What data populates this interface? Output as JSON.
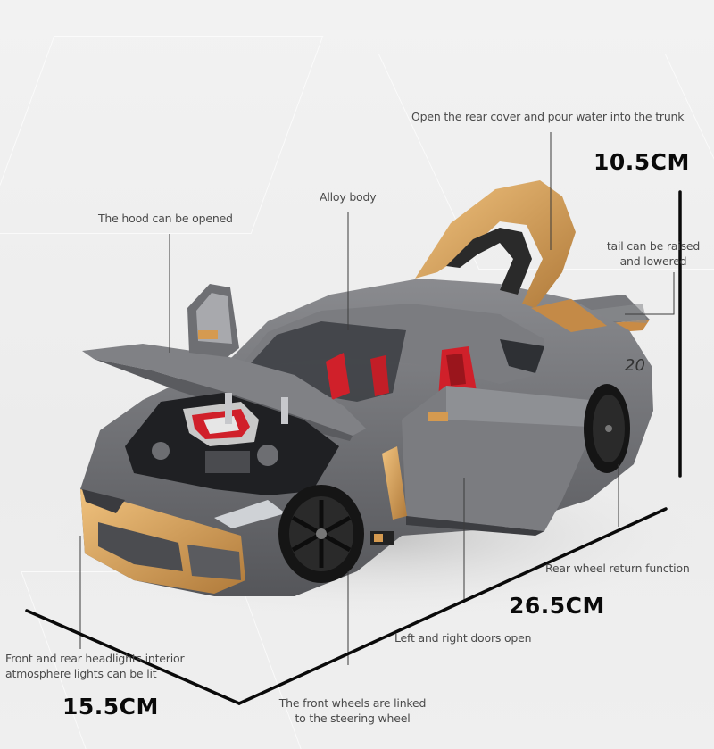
{
  "image": {
    "subject": "1:24 alloy sports car model, grey with gold accents, doors, hood and trunk open",
    "colors": {
      "background": "#efefef",
      "body_grey": "#6e6f72",
      "gold_accent": "#d59a50",
      "interior_red": "#d0202a",
      "wheel_black": "#1a1a1a",
      "text": "#4a4a4a",
      "dimension_text": "#0a0a0a"
    }
  },
  "annotations": {
    "rear_cover": "Open the rear cover and pour water into the trunk",
    "alloy_body": "Alloy body",
    "hood": "The hood can be opened",
    "tail_line1": "tail can be raised",
    "tail_line2": "and lowered",
    "rear_wheel": "Rear wheel return function",
    "doors": "Left and right doors open",
    "lights_line1": "Front and rear headlights interior",
    "lights_line2": "atmosphere lights can be lit",
    "steering_line1": "The front wheels are linked",
    "steering_line2": "to the steering wheel"
  },
  "dimensions": {
    "height": "10.5CM",
    "length": "26.5CM",
    "width": "15.5CM"
  }
}
